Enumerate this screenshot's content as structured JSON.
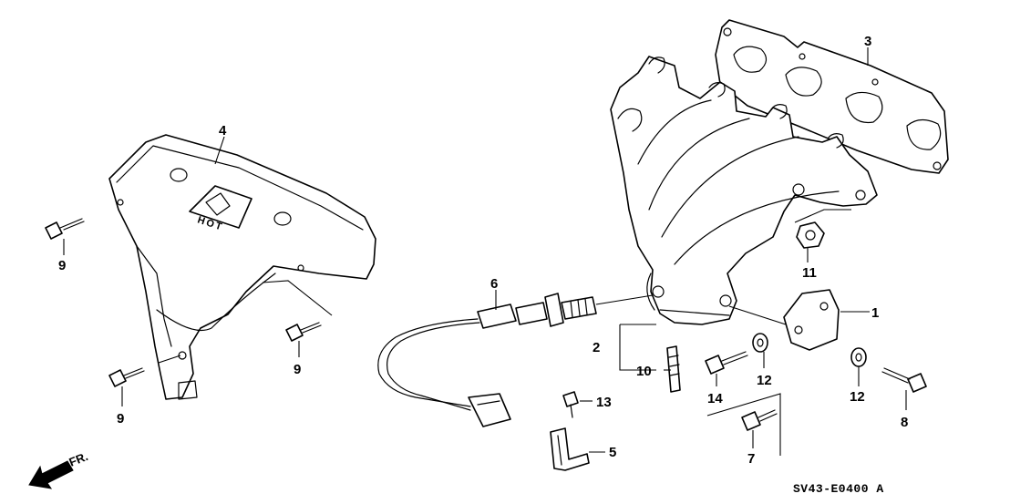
{
  "diagram": {
    "callouts": {
      "c1": "1",
      "c2": "2",
      "c3": "3",
      "c4": "4",
      "c5": "5",
      "c6": "6",
      "c7": "7",
      "c8": "8",
      "c9a": "9",
      "c9b": "9",
      "c9c": "9",
      "c10": "10",
      "c11": "11",
      "c12a": "12",
      "c12b": "12",
      "c13": "13",
      "c14": "14"
    },
    "shield_marking": "HOT",
    "direction_label": "FR.",
    "diagram_code": "SV43-E0400 A"
  }
}
